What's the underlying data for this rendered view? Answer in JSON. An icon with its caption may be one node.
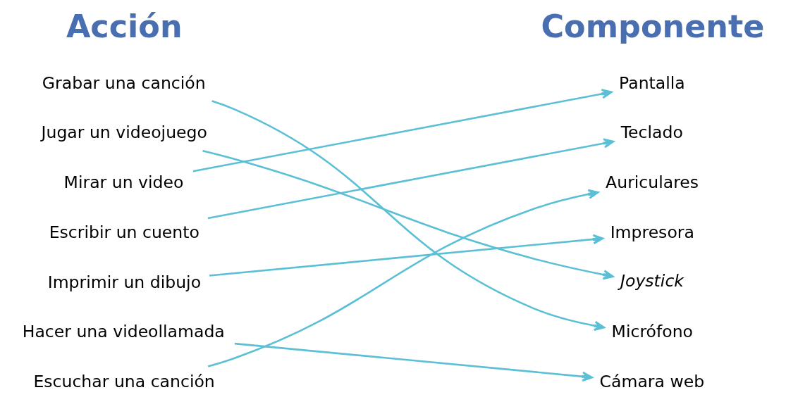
{
  "diagram": {
    "nodes": [
      {
        "text": [
          "Grabar una canción"
        ]
      },
      {
        "text": [
          "Jugar un videojuego"
        ]
      },
      {
        "text": [
          "Mirar un video"
        ]
      },
      {
        "text": [
          "Escribir un cuento"
        ]
      },
      {
        "text": [
          "Imprimir un dibujo"
        ]
      },
      {
        "text": [
          "Hacer una videollamada"
        ]
      },
      {
        "text": [
          "Escuchar una canción"
        ]
      },
      {
        "text": [
          "Pantalla"
        ]
      },
      {
        "text": [
          "Teclado"
        ]
      },
      {
        "text": [
          "Auriculares"
        ]
      },
      {
        "text": [
          "Impresora"
        ]
      },
      {
        "text": [
          "Joystick"
        ]
      },
      {
        "text": [
          "Micrófono"
        ]
      },
      {
        "text": [
          "Cámara web"
        ]
      }
    ],
    "edges": [
      {
        "from": 0,
        "to": 12,
        "arrow": "to"
      },
      {
        "from": 1,
        "to": 11,
        "arrow": "to"
      },
      {
        "from": 2,
        "to": 7,
        "arrow": "to"
      },
      {
        "from": 3,
        "to": 8,
        "arrow": "to"
      },
      {
        "from": 4,
        "to": 10,
        "arrow": "to"
      },
      {
        "from": 5,
        "to": 13,
        "arrow": "to"
      },
      {
        "from": 6,
        "to": 9,
        "arrow": "to"
      }
    ],
    "labels": [
      "Acción",
      "Componente"
    ]
  }
}
